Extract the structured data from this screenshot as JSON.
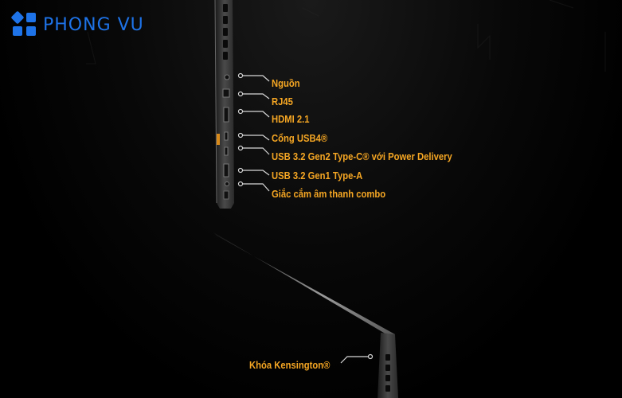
{
  "brand": {
    "name": "PHONG VU",
    "accent": "#1e73e8"
  },
  "ports": [
    {
      "label": "Nguồn"
    },
    {
      "label": "RJ45"
    },
    {
      "label": "HDMI 2.1"
    },
    {
      "label": "Cổng USB4®"
    },
    {
      "label": "USB 3.2 Gen2 Type-C® với Power Delivery"
    },
    {
      "label": "USB 3.2 Gen1 Type-A"
    },
    {
      "label": "Giắc cắm âm thanh combo"
    }
  ],
  "kensington": {
    "label": "Khóa Kensington®"
  },
  "colors": {
    "label": "#f5a623",
    "callout_line": "#d8d8d8",
    "background": "#000000"
  }
}
